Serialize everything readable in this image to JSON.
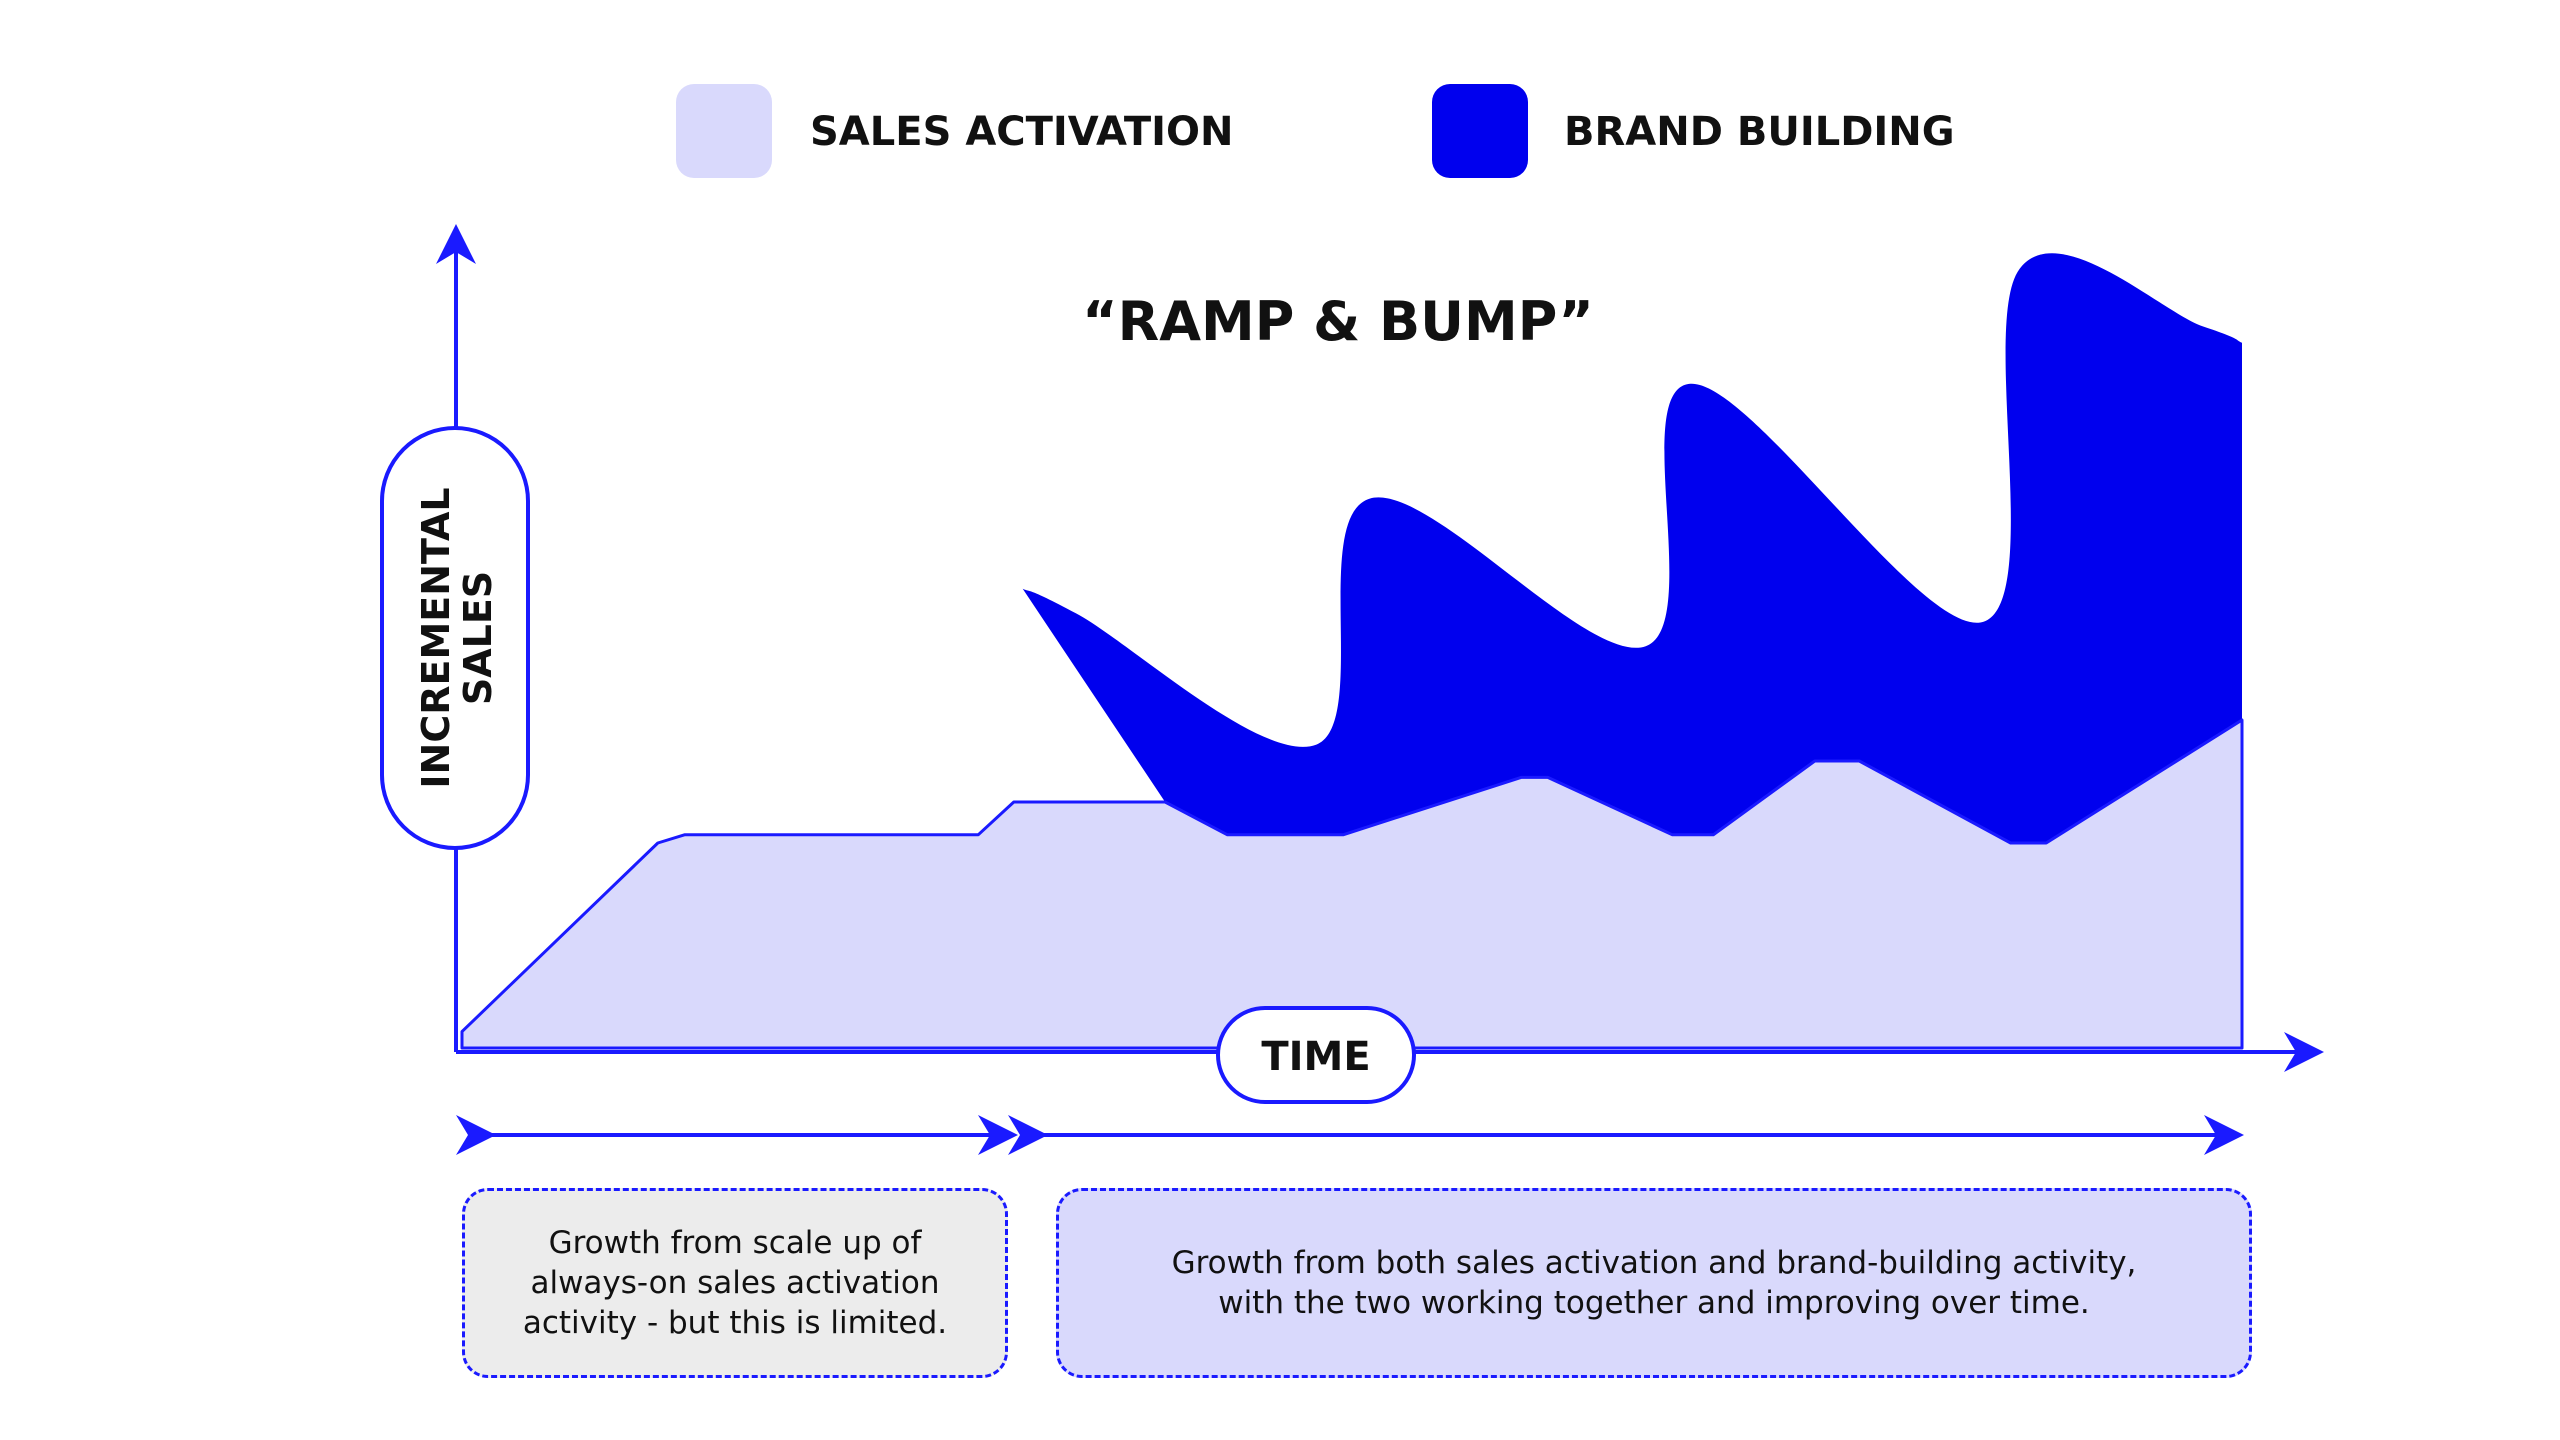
{
  "chart_data": {
    "type": "area",
    "title": "“RAMP & BUMP”",
    "xlabel": "TIME",
    "ylabel_lines": [
      "INCREMENTAL",
      "SALES"
    ],
    "legend": [
      {
        "name": "SALES ACTIVATION",
        "color": "#d9d9fc"
      },
      {
        "name": "BRAND BUILDING",
        "color": "#0000ee"
      }
    ],
    "legend_placement": "top",
    "grid": false,
    "xlim": [
      0,
      1
    ],
    "ylim": [
      0,
      1
    ],
    "series": [
      {
        "name": "SALES ACTIVATION",
        "color": "#d9d9fc",
        "x": [
          0.0,
          0.11,
          0.125,
          0.29,
          0.31,
          0.395,
          0.43,
          0.495,
          0.595,
          0.61,
          0.68,
          0.703,
          0.76,
          0.785,
          0.87,
          0.89,
          1.0
        ],
        "values": [
          0.02,
          0.25,
          0.26,
          0.26,
          0.3,
          0.3,
          0.26,
          0.26,
          0.33,
          0.33,
          0.26,
          0.26,
          0.35,
          0.35,
          0.25,
          0.25,
          0.4
        ]
      },
      {
        "name": "BRAND BUILDING",
        "color": "#0000ee",
        "x": [
          0.315,
          0.345,
          0.48,
          0.51,
          0.665,
          0.69,
          0.855,
          0.875,
          0.978,
          1.0
        ],
        "values": [
          0.56,
          0.53,
          0.37,
          0.67,
          0.49,
          0.81,
          0.52,
          0.95,
          0.88,
          0.86
        ]
      }
    ]
  },
  "notes": [
    {
      "text": "Growth from scale up of\nalways-on sales activation\nactivity - but this is limited."
    },
    {
      "text": "Growth from both sales activation and brand-building activity,\nwith the two working together and improving over time."
    }
  ],
  "colors": {
    "axis": "#1a1aff",
    "note_left_bg": "#ececec",
    "note_right_bg": "#d9d9fc"
  }
}
